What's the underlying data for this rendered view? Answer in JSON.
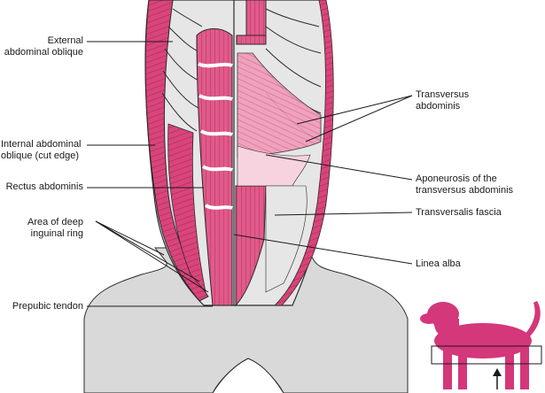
{
  "labels": {
    "external_oblique": [
      "External",
      "abdominal oblique"
    ],
    "internal_oblique": [
      "Internal abdominal",
      "oblique (cut edge)"
    ],
    "rectus": [
      "Rectus abdominis"
    ],
    "deep_inguinal": [
      "Area of deep",
      "inguinal ring"
    ],
    "prepubic": [
      "Prepubic tendon"
    ],
    "transversus": [
      "Transversus",
      "abdominis"
    ],
    "aponeurosis": [
      "Aponeurosis of the",
      "transversus abdominis"
    ],
    "transversalis": [
      "Transversalis fascia"
    ],
    "linea_alba": [
      "Linea alba"
    ]
  },
  "colors": {
    "muscle": "#d9457a",
    "muscle_light": "#ef9bb9",
    "muscle_pale": "#f7d3e0",
    "fascia": "#e6e6e6",
    "skin": "#d9d9d9",
    "outline": "#2b2b2b",
    "dog": "#d4377a"
  },
  "icons": {
    "dog": "dog-silhouette-icon",
    "arrow": "up-arrow-icon"
  }
}
